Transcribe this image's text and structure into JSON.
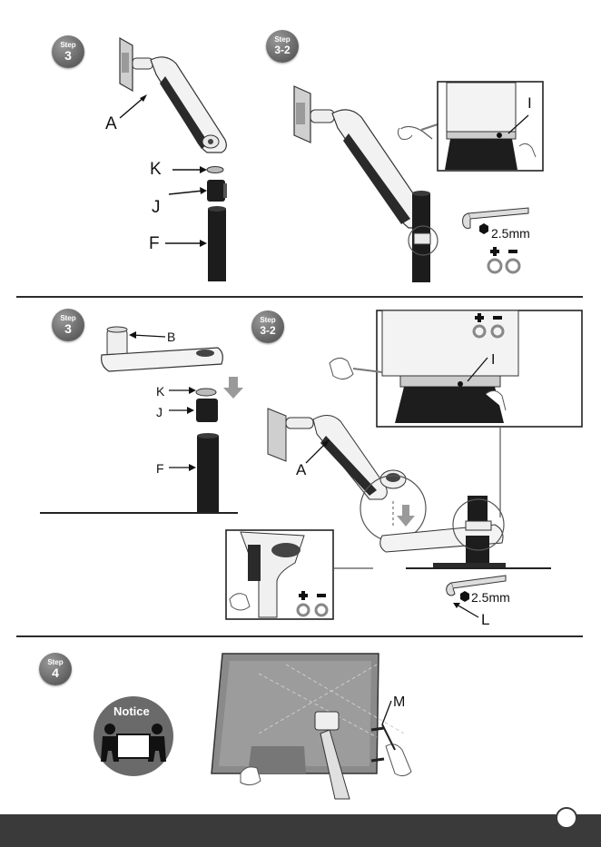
{
  "steps": {
    "top_left": {
      "word": "Step",
      "num": "3"
    },
    "top_right": {
      "word": "Step",
      "num": "3-2"
    },
    "mid_left": {
      "word": "Step",
      "num": "3"
    },
    "mid_right": {
      "word": "Step",
      "num": "3-2"
    },
    "bottom": {
      "word": "Step",
      "num": "4"
    }
  },
  "labels": {
    "A": "A",
    "K": "K",
    "J": "J",
    "F": "F",
    "I": "I",
    "B": "B",
    "L": "L",
    "M": "M"
  },
  "hex_size": "2.5mm",
  "notice": "Notice",
  "colors": {
    "dark": "#2b2b2b",
    "arm": "#f0f0f0",
    "pole": "#1c1c1c",
    "footer": "#3a3a3a"
  }
}
